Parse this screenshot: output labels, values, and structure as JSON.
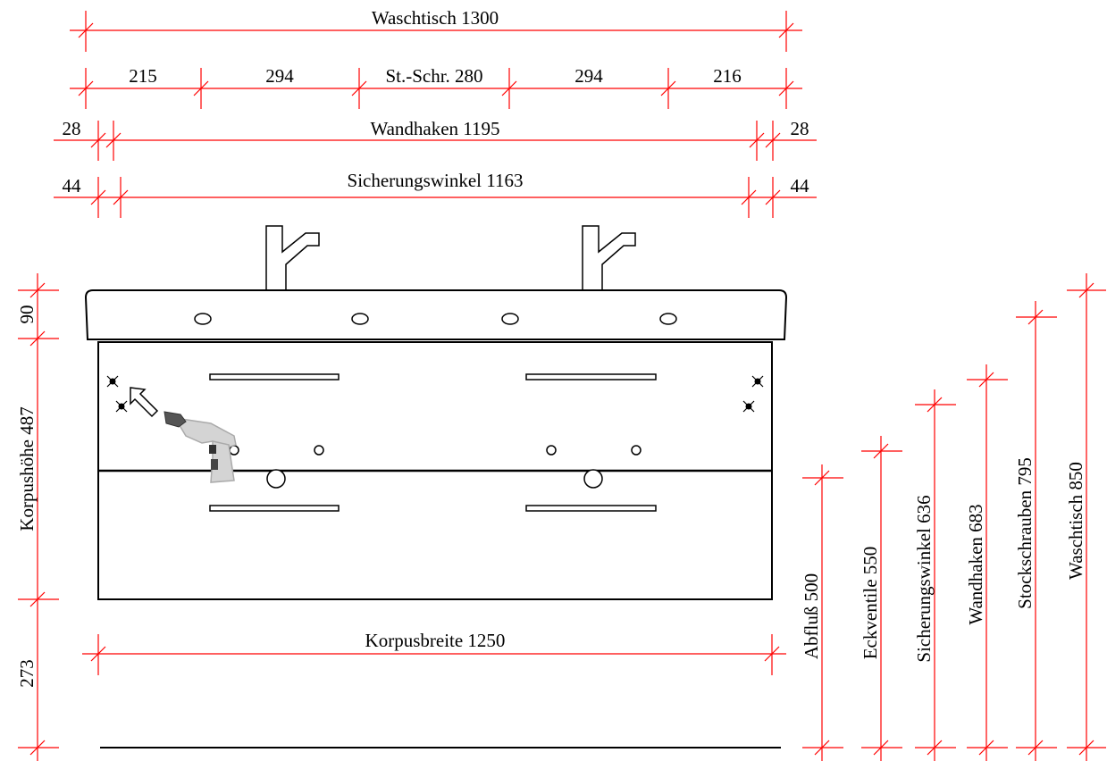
{
  "colors": {
    "dimension_line": "#ff0000",
    "outline": "#000000",
    "background": "#ffffff",
    "drill_body": "#d4d4d4",
    "drill_chuck": "#555555"
  },
  "top_dimensions": {
    "waschtisch": "Waschtisch  1300",
    "seg_1": "215",
    "seg_2": "294",
    "seg_3": "St.-Schr. 280",
    "seg_4": "294",
    "seg_5": "216",
    "wandhaken_left": "28",
    "wandhaken": "Wandhaken  1195",
    "wandhaken_right": "28",
    "sicherungswinkel_left": "44",
    "sicherungswinkel": "Sicherungswinkel  1163",
    "sicherungswinkel_right": "44"
  },
  "left_dimensions": {
    "top": "90",
    "korpushoehe": "Korpushöhe  487",
    "bottom": "273"
  },
  "bottom_dimension": {
    "korpusbreite": "Korpusbreite  1250"
  },
  "right_dimensions": {
    "abfluss": "Abfluß  500",
    "eckventile": "Eckventile  550",
    "sicherungswinkel": "Sicherungswinkel  636",
    "wandhaken": "Wandhaken  683",
    "stockschrauben": "Stockschrauben  795",
    "waschtisch": "Waschtisch  850"
  },
  "icons": {
    "drill": "drill-icon",
    "arrow": "arrow-icon",
    "screw_marks": "screw-mark-icon"
  }
}
